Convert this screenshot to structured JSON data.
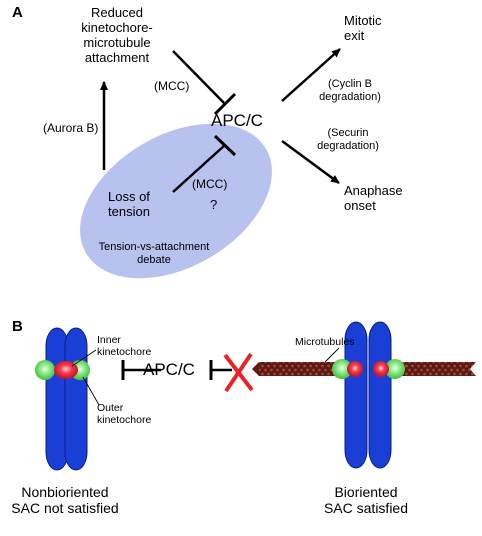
{
  "panel_a": {
    "label": "A",
    "reduced_attachment": [
      "Reduced",
      "kinetochore-",
      "microtubule",
      "attachment"
    ],
    "mcc_top": "(MCC)",
    "apc_c": "APC/C",
    "mitotic_exit": [
      "Mitotic",
      "exit"
    ],
    "cyclin_b": [
      "(Cyclin B",
      "degradation)"
    ],
    "aurora_b": "(Aurora B)",
    "securin": [
      "(Securin",
      "degradation)"
    ],
    "loss_of_tension": [
      "Loss of",
      "tension"
    ],
    "mcc_bottom": "(MCC)",
    "question": "?",
    "debate": [
      "Tension-vs-attachment",
      "debate"
    ],
    "anaphase_onset": [
      "Anaphase",
      "onset"
    ],
    "ellipse_color": "#b7c2ee"
  },
  "panel_b": {
    "label": "B",
    "inner_kinetochore": [
      "Inner",
      "kinetochore"
    ],
    "outer_kinetochore": [
      "Outer",
      "kinetochore"
    ],
    "apc_c": "APC/C",
    "microtubules": "Microtubules",
    "nonbioriented": [
      "Nonbioriented",
      "SAC not satisfied"
    ],
    "bioriented": [
      "Bioriented",
      "SAC satisfied"
    ],
    "chromosome_color": "#1a3fd6",
    "inner_kinetochore_color": "#e8233a",
    "outer_kinetochore_color": "#6fe06a",
    "microtubule_color": "#6b1c14",
    "x_mark_color": "#e8232a"
  }
}
